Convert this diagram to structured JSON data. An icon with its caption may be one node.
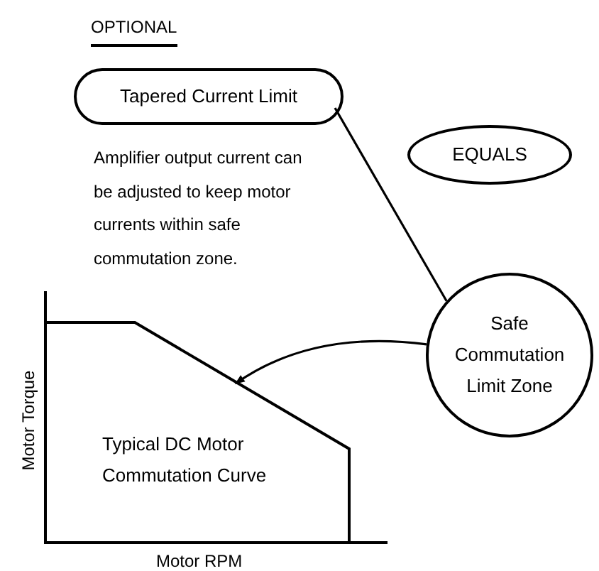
{
  "diagram": {
    "nodes": [
      {
        "text": [
          "Tapered Current Limit"
        ],
        "beside": [
          "Amplifier output current can be adjusted to keep motor currents within safe commutation zone."
        ]
      },
      {
        "text": [
          "EQUALS"
        ]
      },
      {
        "text": [
          "Safe Commutation Limit Zone"
        ]
      },
      {
        "text": [
          "Typical DC Motor Commutation Curve"
        ]
      }
    ],
    "edges": [
      {
        "from": 0,
        "to": 2,
        "arrow": "none"
      },
      {
        "from": 2,
        "to": 3,
        "arrow": "to"
      }
    ],
    "labels": [
      "OPTIONAL",
      "Motor Torque",
      "Motor RPM"
    ]
  }
}
